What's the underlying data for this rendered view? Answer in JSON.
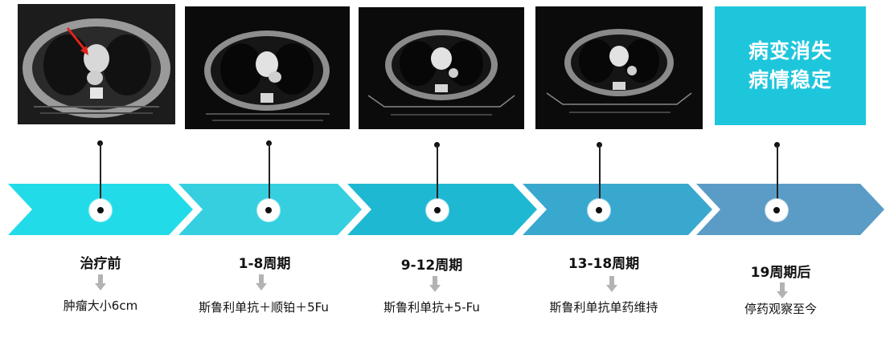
{
  "result_box": {
    "line1": "病变消失",
    "line2": "病情稳定"
  },
  "stages": [
    {
      "title": "治疗前",
      "desc": "肿瘤大小6cm"
    },
    {
      "title": "1-8周期",
      "desc": "斯鲁利单抗＋顺铂＋5Fu"
    },
    {
      "title": "9-12周期",
      "desc": "斯鲁利单抗+5-Fu"
    },
    {
      "title": "13-18周期",
      "desc": "斯鲁利单抗单药维持"
    },
    {
      "title": "19周期后",
      "desc": "停药观察至今"
    }
  ],
  "colors": {
    "arrow1": "#22dbe8",
    "arrow2": "#35cfe0",
    "arrow3": "#1fb8d2",
    "arrow4": "#39a8cf",
    "arrow5": "#5b9cc6",
    "result_box": "#1ec6dc",
    "lesion_marker": "#e0241a"
  }
}
